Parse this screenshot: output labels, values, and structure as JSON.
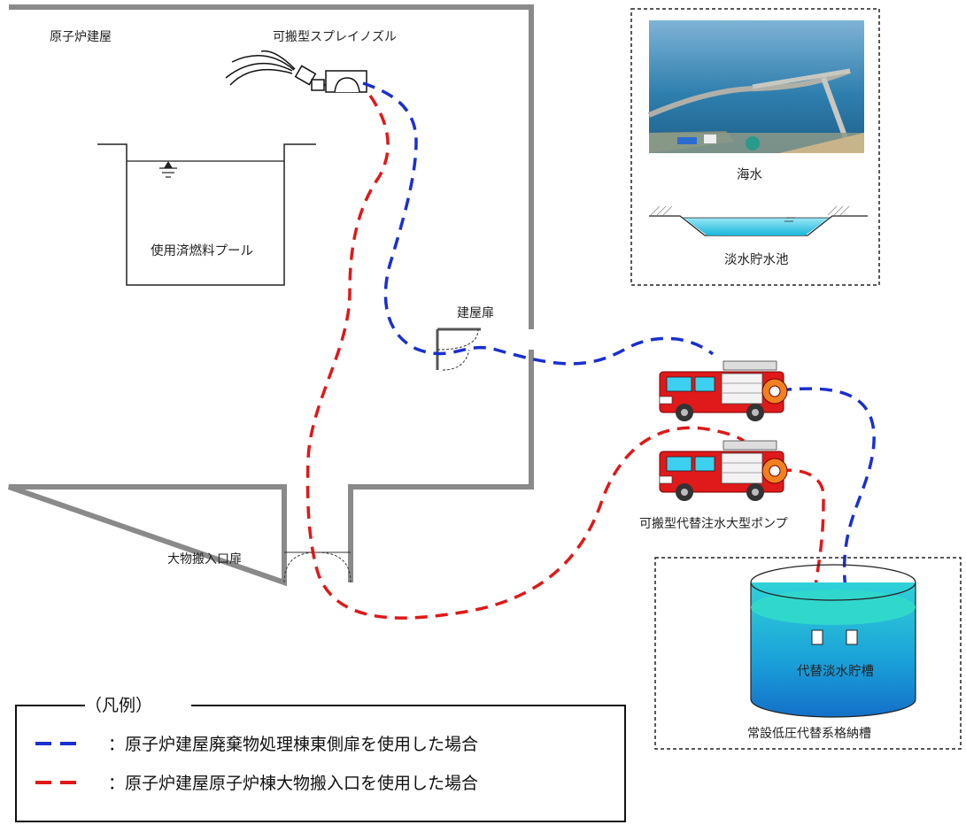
{
  "labels": {
    "reactor_building": "原子炉建屋",
    "spray_nozzle": "可搬型スプレイノズル",
    "spent_fuel_pool": "使用済燃料プール",
    "building_door": "建屋扉",
    "large_item_door": "大物搬入口扉",
    "pump": "可搬型代替注水大型ポンプ",
    "seawater": "海水",
    "freshwater_pond": "淡水貯水池",
    "freshwater_tank": "代替淡水貯槽",
    "storage_vault": "常設低圧代替系格納槽"
  },
  "legend": {
    "title": "（凡例）",
    "items": [
      {
        "text": "：原子炉建屋廃棄物処理棟東側扉を使用した場合"
      },
      {
        "text": "：原子炉建屋原子炉棟大物搬入口を使用した場合"
      }
    ]
  },
  "colors": {
    "blue_route": "#1a2fd0",
    "red_route": "#e01818",
    "building_wall": "#8a8a8a",
    "truck_red": "#e0191a",
    "water": "#20c8e0"
  }
}
